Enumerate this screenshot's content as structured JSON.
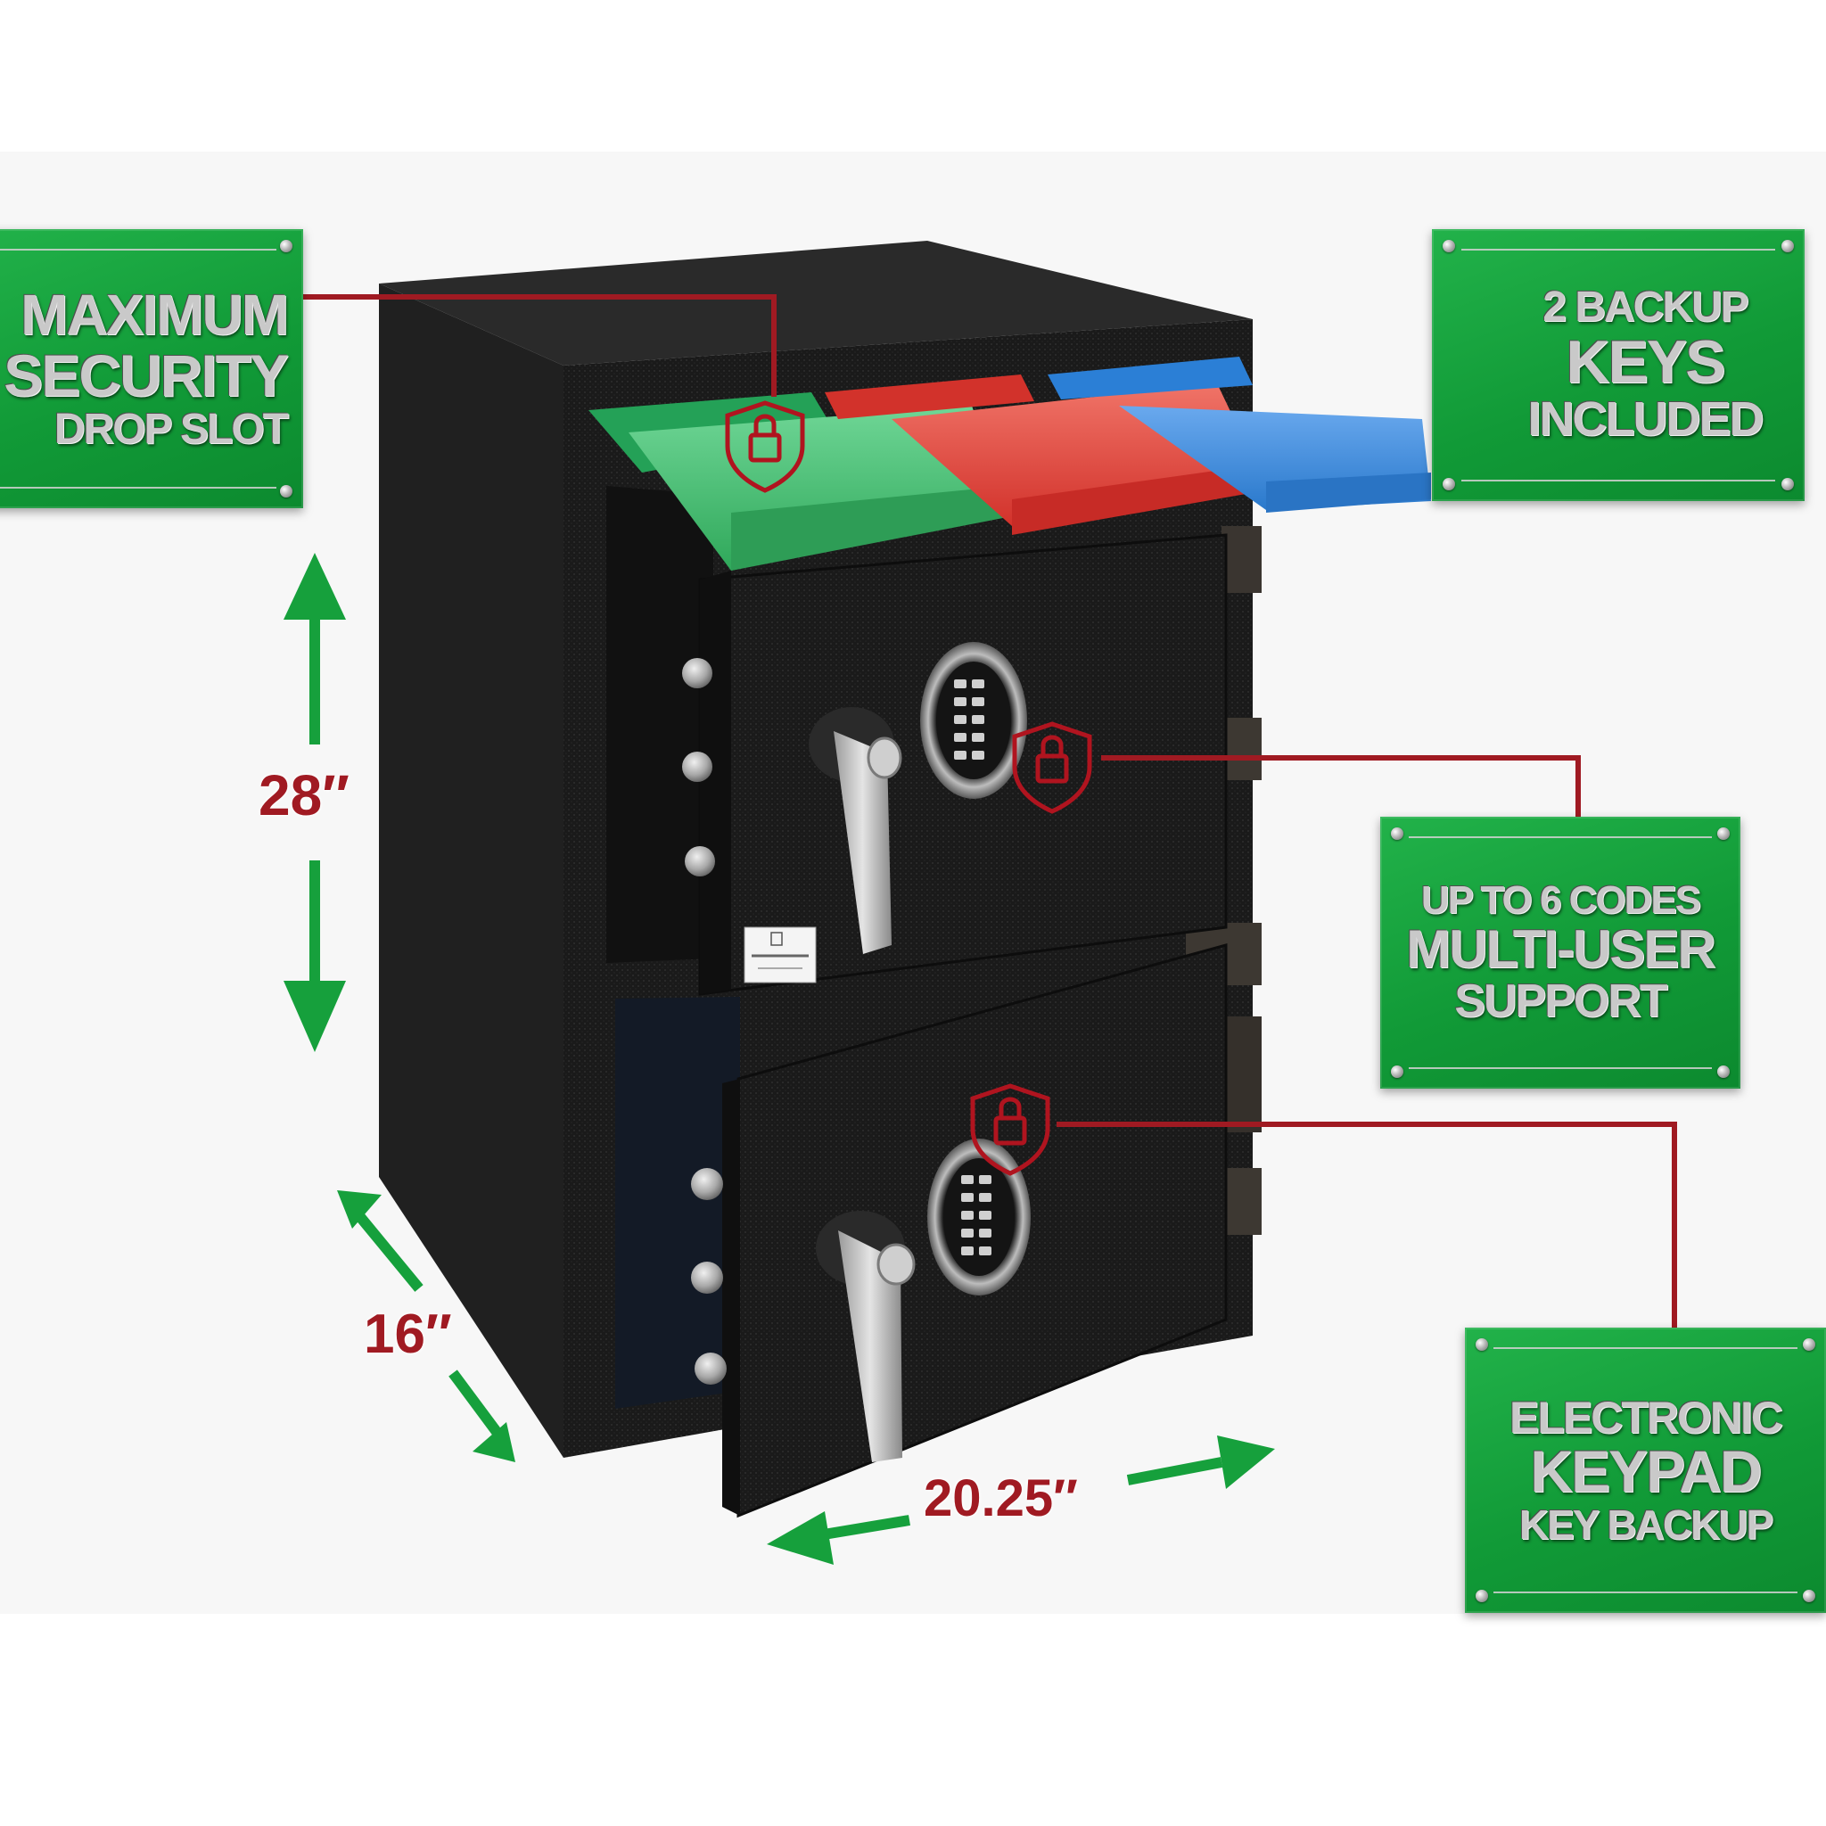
{
  "plaques": {
    "security": {
      "line1": "MAXIMUM",
      "line2": "SECURITY",
      "line3": "DROP SLOT"
    },
    "keys": {
      "line1": "2 BACKUP",
      "line2": "KEYS",
      "line3": "INCLUDED"
    },
    "codes": {
      "line1": "UP TO 6 CODES",
      "line2": "MULTI-USER",
      "line3": "SUPPORT"
    },
    "keypad": {
      "line1": "ELECTRONIC",
      "line2": "KEYPAD",
      "line3": "KEY BACKUP"
    }
  },
  "dimensions": {
    "height": "28″",
    "depth": "16″",
    "width": "20.25″"
  },
  "colors": {
    "plaque_green": "#119a37",
    "leader_red": "#a01a22",
    "arrow_green": "#16a03c",
    "slot_green": "#3fbf6e",
    "slot_red": "#e8413a",
    "slot_blue": "#3b8ee0",
    "safe_body": "#1c1c1c"
  },
  "icons": [
    "padlock-shield-icon",
    "keys-icon",
    "screw-icon",
    "double-arrow-icon"
  ]
}
